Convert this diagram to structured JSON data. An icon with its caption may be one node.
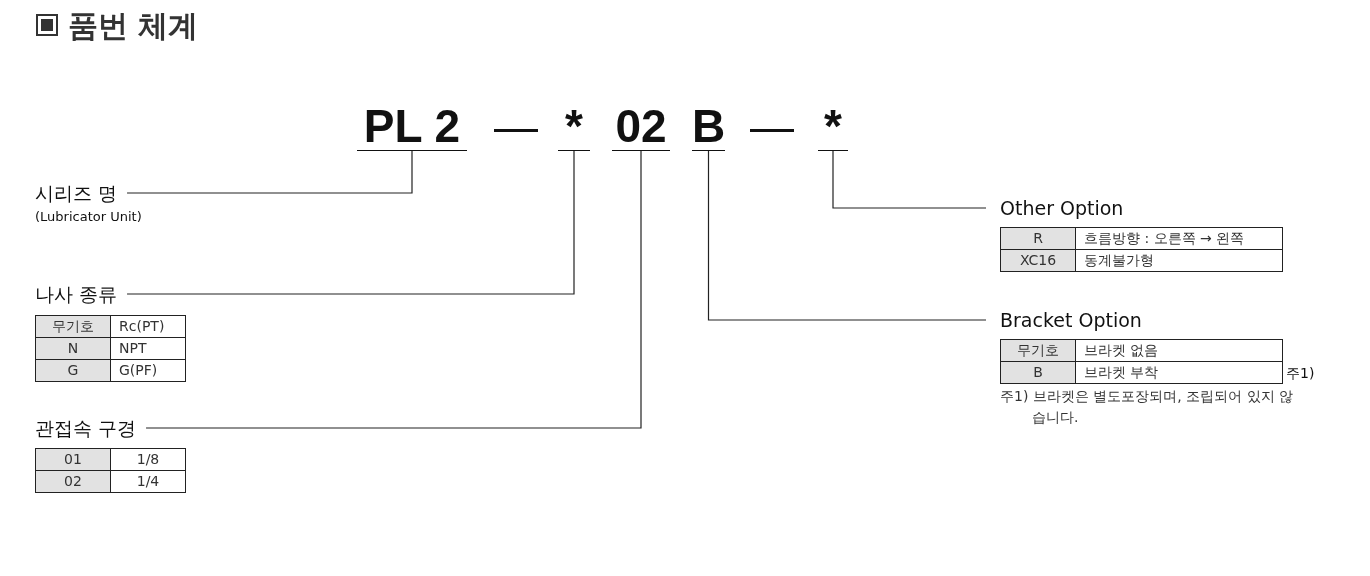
{
  "diagram": {
    "title": "품번 체계",
    "nodes": [
      {
        "text": [
          "PL 2"
        ]
      },
      {
        "text": [
          "*"
        ]
      },
      {
        "text": [
          "02"
        ]
      },
      {
        "text": [
          "B"
        ]
      },
      {
        "text": [
          "*"
        ]
      },
      {
        "text": [
          "시리즈 명"
        ],
        "beside": [
          "(Lubricator Unit)"
        ]
      },
      {
        "text": [
          "나사 종류"
        ]
      },
      {
        "text": [
          "관접속 구경"
        ]
      },
      {
        "text": [
          "Other Option"
        ]
      },
      {
        "text": [
          "Bracket Option"
        ]
      }
    ],
    "edges": [
      {
        "from": 5,
        "to": 0,
        "arrow": "none"
      },
      {
        "from": 6,
        "to": 1,
        "arrow": "none"
      },
      {
        "from": 7,
        "to": 2,
        "arrow": "none"
      },
      {
        "from": 9,
        "to": 3,
        "arrow": "none"
      },
      {
        "from": 8,
        "to": 4,
        "arrow": "none"
      }
    ],
    "labels": [
      "—",
      "—",
      "무기호",
      "Rc(PT)",
      "N",
      "NPT",
      "G",
      "G(PF)",
      "01",
      "1/8",
      "02",
      "1/4",
      "R",
      "흐름방향 : 오른쪽 → 왼쪽",
      "XC16",
      "동계불가형",
      "무기호",
      "브라켓 없음",
      "B",
      "브라켓 부착",
      "주1)",
      "주1) 브라켓은 별도포장되며, 조립되어 있지 않습니다."
    ]
  }
}
